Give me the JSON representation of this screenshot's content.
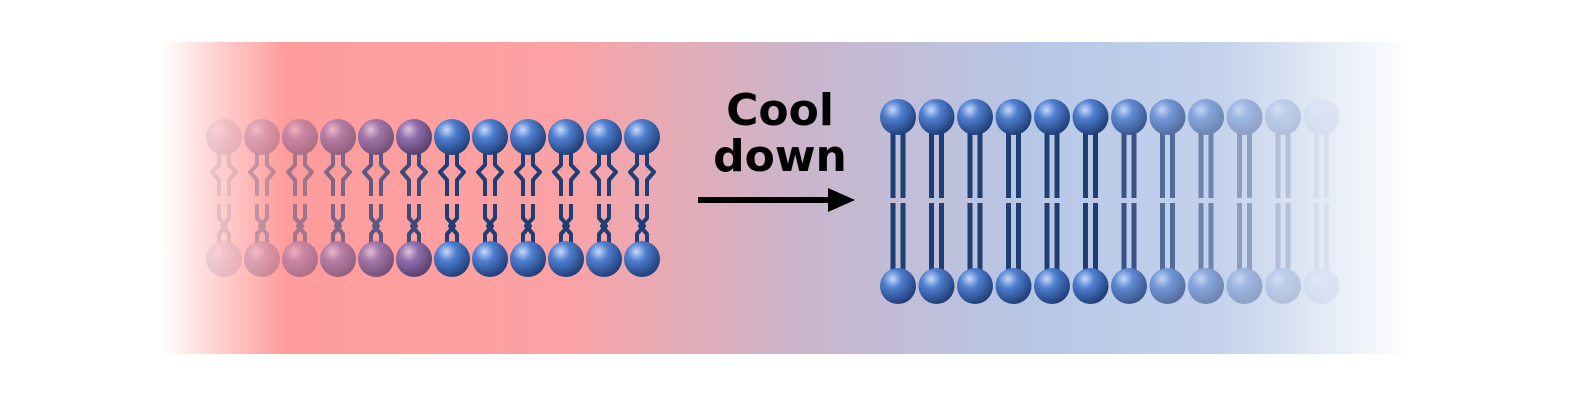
{
  "label": {
    "line1": "Cool",
    "line2": "down"
  },
  "colors": {
    "warm": "#ff9c9c",
    "cool": "#b7c7e6",
    "lipid_head": "#3f6fc0",
    "lipid_head_warm": "#7d64a8",
    "tail": "#1f3e74",
    "arrow": "#000000"
  },
  "states": {
    "before": {
      "tails": "kinked",
      "lipid_count": 12
    },
    "after": {
      "tails": "straight",
      "lipid_count": 12
    }
  }
}
